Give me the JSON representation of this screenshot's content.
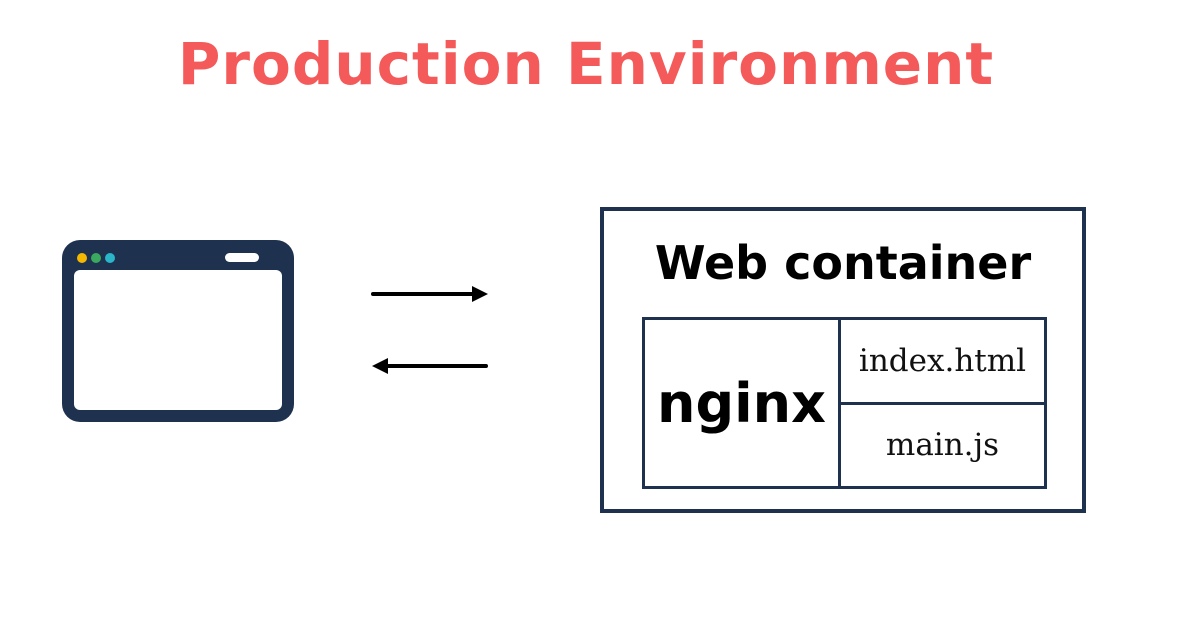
{
  "diagram": {
    "title": "Production Environment",
    "title_color": "#f55a5a",
    "outline_color": "#1e3250",
    "browser": {
      "icon": "browser-window-icon",
      "dot_colors": [
        "#f5b800",
        "#3aa85f",
        "#2bb5c8"
      ]
    },
    "arrows": {
      "request_icon": "arrow-right-icon",
      "response_icon": "arrow-left-icon"
    },
    "web_container": {
      "title": "Web container",
      "server": "nginx",
      "files": [
        "index.html",
        "main.js"
      ]
    }
  }
}
